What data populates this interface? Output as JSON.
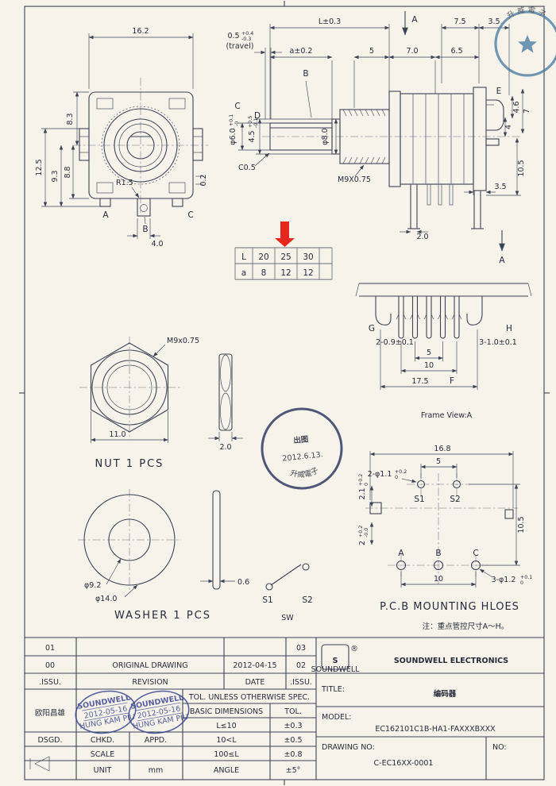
{
  "sheet": {
    "paper_color": "#f6f3ea",
    "ink_color": "#3c4355",
    "accent_red": "#e5271d",
    "stamp_blue": "#353f8e",
    "seal_blue": "#44789f"
  },
  "front_view": {
    "dim_width": "16.2",
    "dim_top_left": "8.3",
    "dim_left_inner": "9.3",
    "dim_left_mid": "8.8",
    "dim_left_outer": "12.5",
    "dim_radius": "R1.5",
    "dim_gap": "0.2",
    "dim_tab": "4.0",
    "label_a": "A",
    "label_b": "B",
    "label_c": "C"
  },
  "side_view": {
    "dim_length": "L±0.3",
    "section_label_top": "A",
    "section_label_bottom": "A",
    "dim_7_5": "7.5",
    "dim_3_5_top": "3.5",
    "travel_value": "0.5",
    "travel_plus": "+0.4",
    "travel_minus": "-0.3",
    "travel_label": "(travel)",
    "dim_shaft_len": "a±0.2",
    "label_b": "B",
    "dim_5": "5",
    "dim_7_0": "7.0",
    "dim_6_5": "6.5",
    "label_c": "C",
    "label_d": "D",
    "dim_shaft_dia": "φ6.0",
    "shaft_plus": "+0.1",
    "shaft_minus": "-0",
    "dim_flat": "4.5",
    "flat_plus": "+0.5",
    "flat_minus": "-0.1",
    "dim_neck_dia": "φ8.0",
    "chamfer": "C0.5",
    "thread": "M9X0.75",
    "label_e": "E",
    "dim_4_6": "4.6",
    "dim_7": "7",
    "dim_4": "4",
    "dim_10_5": "10.5",
    "dim_3_5_bottom": "3.5",
    "dim_2_0": "2.0"
  },
  "la_table": {
    "r1": [
      "L",
      "20",
      "25",
      "30"
    ],
    "r2": [
      "a",
      "8",
      "12",
      "12"
    ]
  },
  "nut": {
    "thread": "M9x0.75",
    "dim_across": "11.0",
    "dim_thickness": "2.0",
    "caption": "NUT 1 PCS"
  },
  "frame_view": {
    "label_g": "G",
    "label_h": "H",
    "dim_g": "2-0.9±0.1",
    "dim_h": "3-1.0±0.1",
    "dim_5": "5",
    "dim_10": "10",
    "dim_17_5": "17.5",
    "label_f": "F",
    "caption": "Frame View:A"
  },
  "release_stamp": {
    "line1": "出图",
    "line2": "2012.6.13.",
    "arc_text": "升威電子"
  },
  "washer": {
    "dim_inner": "φ9.2",
    "dim_outer": "φ14.0",
    "dim_thickness": "0.6",
    "caption": "WASHER 1 PCS"
  },
  "switch": {
    "s1": "S1",
    "s2": "S2",
    "caption": "SW"
  },
  "pcb_view": {
    "dim_width": "16.8",
    "dim_5": "5",
    "top_holes": "2-φ1.1",
    "top_plus": "+0.2",
    "top_minus": "0",
    "dim_2_1": "2.1",
    "d21_plus": "+0.2",
    "d21_minus": "0",
    "dim_2": "2",
    "d2_plus": "+0.2",
    "d2_minus": "-0.0",
    "dim_10_5": "10.5",
    "dim_10": "10",
    "bottom_holes": "3-φ1.2",
    "bottom_plus": "+0.1",
    "bottom_minus": "0",
    "s1": "S1",
    "s2": "S2",
    "label_a": "A",
    "label_b": "B",
    "label_c": "C",
    "caption": "P.C.B MOUNTING HLOES"
  },
  "note": "注：重点管控尺寸A～H。",
  "title_block": {
    "rev_01": "01",
    "rev_03": "03",
    "rev_00": "00",
    "original": "ORIGINAL DRAWING",
    "date_value": "2012-04-15",
    "rev_02": "02",
    "issu_left": ".ISSU.",
    "revision": "REVISION",
    "date_label": "DATE",
    "issu_right": ".ISSU.",
    "designer": "欧阳昌雄",
    "stamp_company": "SOUNDWELL",
    "stamp_date": "2012-05-16",
    "stamp_name": "HUNG KAM PIU",
    "tol_header": "TOL. UNLESS OTHERWISE SPEC.",
    "col_basic": "BASIC DIMENSIONS",
    "col_tol": "TOL.",
    "tol_r1_label": "L≤10",
    "tol_r1_value": "±0.3",
    "tol_r2_label": "10<L",
    "tol_r2_value": "±0.5",
    "tol_r3_label": "100≤L",
    "tol_r3_value": "±0.8",
    "tol_r4_label": "ANGLE",
    "tol_r4_value": "±5°",
    "dsgd": "DSGD.",
    "chkd": "CHKD.",
    "appd": "APPD.",
    "scale": "SCALE",
    "unit": "UNIT",
    "unit_value": "mm",
    "logo_letter": "S",
    "logo_text": "SOUNDWELL",
    "reg_mark": "®",
    "company": "SOUNDWELL ELECTRONICS",
    "title_label": "TITLE:",
    "title_value": "编码器",
    "model_label": "MODEL:",
    "model_value": "EC162101C1B-HA1-FAXXXBXXX",
    "drawing_label": "DRAWING NO:",
    "drawing_value": "C-EC16XX-0001",
    "no_label": "NO:"
  },
  "corner_seal": {
    "arc_text": "升威電子"
  }
}
